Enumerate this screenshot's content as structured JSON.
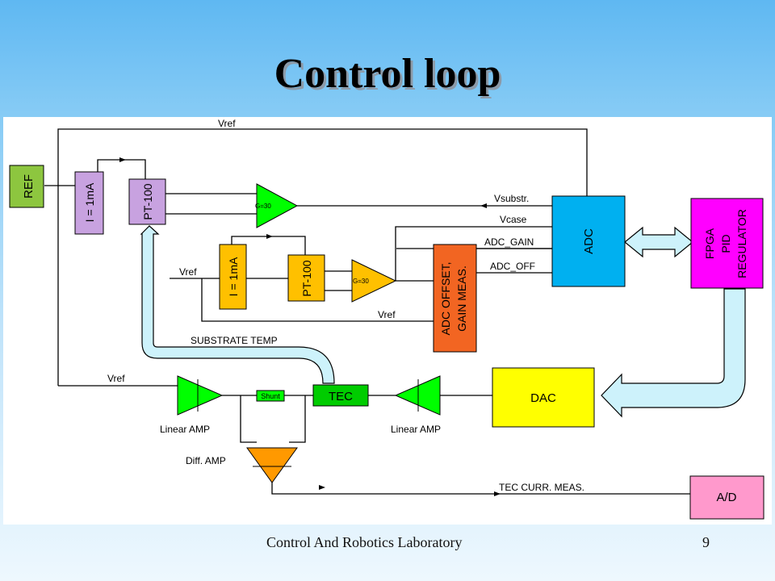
{
  "slide": {
    "title": "Control loop",
    "footer": "Control And Robotics Laboratory",
    "page_number": "9"
  },
  "blocks": {
    "ref": "REF",
    "current_source_1": "I = 1mA",
    "pt100_1": "PT-100",
    "current_source_2": "I = 1mA",
    "pt100_2": "PT-100",
    "adc_offset_line1": "ADC OFFSET,",
    "adc_offset_line2": "GAIN MEAS.",
    "adc": "ADC",
    "fpga_line1": "FPGA",
    "fpga_line2": "PID",
    "fpga_line3": "REGULATOR",
    "dac": "DAC",
    "tec": "TEC",
    "shunt": "Shunt",
    "ad": "A/D"
  },
  "amplifiers": {
    "gain_1": "G=30",
    "gain_2": "G=30",
    "linear_amp_left": "Linear AMP",
    "linear_amp_right": "Linear AMP",
    "diff_amp": "Diff. AMP"
  },
  "signals": {
    "vref_top": "Vref",
    "vsubstr": "Vsubstr.",
    "vcase": "Vcase",
    "adc_gain": "ADC_GAIN",
    "adc_off": "ADC_OFF",
    "vref_mid": "Vref",
    "vref_offset": "Vref",
    "substrate_temp": "SUBSTRATE TEMP",
    "vref_bottom": "Vref",
    "tec_curr_meas": "TEC CURR. MEAS."
  },
  "colors": {
    "ref": "#8dc63f",
    "current_pt": "#c8a2e0",
    "current_pt_2": "#ffc000",
    "adc": "#00b0f0",
    "fpga": "#ff00ff",
    "adc_offset": "#f26522",
    "dac": "#ffff00",
    "tec": "#00cc00",
    "ad": "#ff99cc",
    "amp_green": "#00ff00",
    "amp_orange": "#ff9900"
  }
}
